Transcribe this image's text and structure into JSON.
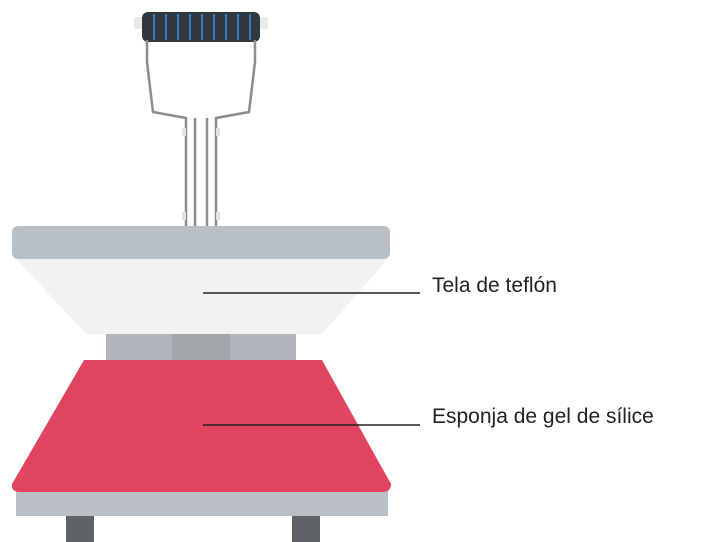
{
  "labels": {
    "teflon_cloth": "Tela de teflón",
    "silicone_sponge": "Esponja de gel de sílice"
  },
  "colors": {
    "handle_grip": "#33383e",
    "handle_grip_stripes": "#2f7fc1",
    "frame_outline": "#8c8c8c",
    "top_plate": "#b8c0c6",
    "teflon_cloth": "#f3f2f3",
    "column": "#b0b6bb",
    "column_center": "#a2a6aa",
    "silicone_sponge": "#e0445f",
    "base_plate": "#b9bfc4",
    "legs": "#5f6366",
    "leader_line": "#222222"
  },
  "icons": {
    "press": "heat-press-machine-illustration"
  }
}
